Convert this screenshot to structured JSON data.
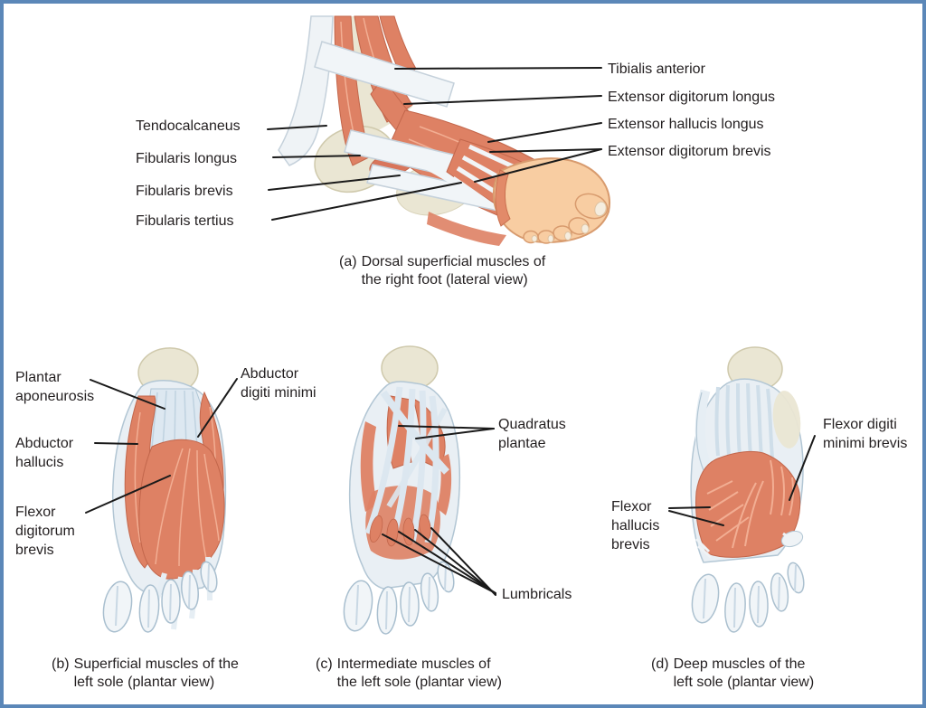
{
  "colors": {
    "border": "#5b87b8",
    "muscle": "#de8164",
    "tendon": "#eff3f6",
    "bone": "#eae6d3",
    "skin": "#f8cda2",
    "text": "#231f20",
    "leader_line": "#1a1a1a"
  },
  "figure_a": {
    "caption": {
      "prefix": "(a)",
      "line1": "Dorsal superficial muscles of",
      "line2": "the right foot (lateral view)"
    },
    "labels": {
      "tendocalcaneus": "Tendocalcaneus",
      "fibularis_longus": "Fibularis longus",
      "fibularis_brevis": "Fibularis brevis",
      "fibularis_tertius": "Fibularis tertius",
      "tibialis_anterior": "Tibialis anterior",
      "extensor_digitorum_longus": "Extensor digitorum longus",
      "extensor_hallucis_longus": "Extensor hallucis longus",
      "extensor_digitorum_brevis": "Extensor digitorum brevis"
    }
  },
  "figure_b": {
    "caption": {
      "prefix": "(b)",
      "line1": "Superficial muscles of the",
      "line2": "left sole (plantar view)"
    },
    "labels": {
      "plantar_aponeurosis": "Plantar aponeurosis",
      "abductor_hallucis": "Abductor hallucis",
      "flexor_digitorum_brevis": "Flexor digitorum brevis",
      "abductor_digiti_minimi": "Abductor digiti minimi"
    }
  },
  "figure_c": {
    "caption": {
      "prefix": "(c)",
      "line1": "Intermediate muscles of",
      "line2": "the left sole (plantar view)"
    },
    "labels": {
      "quadratus_plantae": "Quadratus plantae",
      "lumbricals": "Lumbricals"
    }
  },
  "figure_d": {
    "caption": {
      "prefix": "(d)",
      "line1": "Deep muscles of the",
      "line2": "left sole (plantar view)"
    },
    "labels": {
      "flexor_hallucis_brevis": "Flexor hallucis brevis",
      "flexor_digiti_minimi_brevis": "Flexor digiti minimi brevis"
    }
  }
}
